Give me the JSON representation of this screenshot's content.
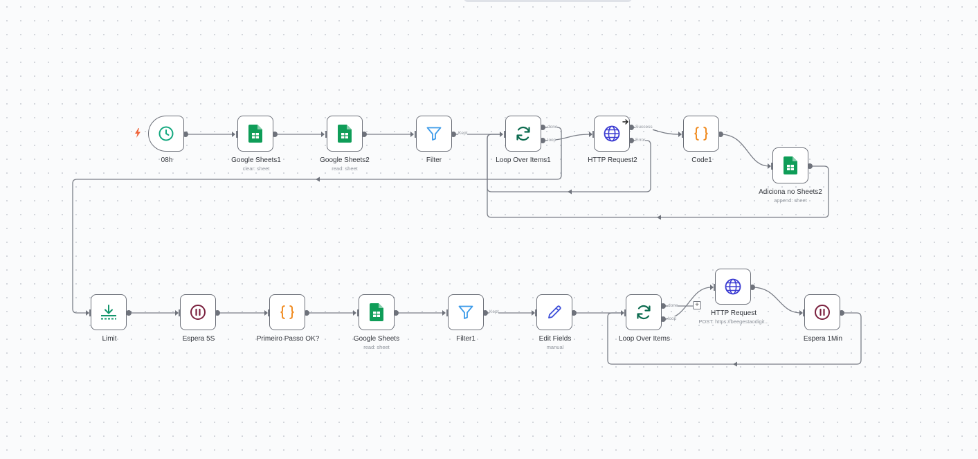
{
  "nodes": [
    {
      "id": "n08h",
      "label": "08h",
      "subtitle": "",
      "icon": "clock-icon"
    },
    {
      "id": "gs1",
      "label": "Google Sheets1",
      "subtitle": "clear: sheet",
      "icon": "google-sheets-icon"
    },
    {
      "id": "gs2",
      "label": "Google Sheets2",
      "subtitle": "read: sheet",
      "icon": "google-sheets-icon"
    },
    {
      "id": "filter",
      "label": "Filter",
      "subtitle": "",
      "icon": "filter-icon"
    },
    {
      "id": "loop1",
      "label": "Loop Over Items1",
      "subtitle": "",
      "icon": "loop-icon"
    },
    {
      "id": "http2",
      "label": "HTTP Request2",
      "subtitle": "",
      "icon": "globe-icon"
    },
    {
      "id": "code1",
      "label": "Code1",
      "subtitle": "",
      "icon": "code-braces-icon"
    },
    {
      "id": "add",
      "label": "Adiciona no Sheets2",
      "subtitle": "append: sheet",
      "icon": "google-sheets-icon"
    },
    {
      "id": "limit",
      "label": "Limit",
      "subtitle": "",
      "icon": "limit-icon"
    },
    {
      "id": "esp5",
      "label": "Espera 5S",
      "subtitle": "",
      "icon": "pause-icon"
    },
    {
      "id": "pp",
      "label": "Primeiro Passo OK?",
      "subtitle": "",
      "icon": "code-braces-icon"
    },
    {
      "id": "gs",
      "label": "Google Sheets",
      "subtitle": "read: sheet",
      "icon": "google-sheets-icon"
    },
    {
      "id": "filter1",
      "label": "Filter1",
      "subtitle": "",
      "icon": "filter-icon"
    },
    {
      "id": "edit",
      "label": "Edit Fields",
      "subtitle": "manual",
      "icon": "pencil-icon"
    },
    {
      "id": "loop",
      "label": "Loop Over Items",
      "subtitle": "",
      "icon": "loop-icon"
    },
    {
      "id": "http",
      "label": "HTTP Request",
      "subtitle": "POST: https://beegestaodigit...",
      "icon": "globe-icon"
    },
    {
      "id": "esp1",
      "label": "Espera 1Min",
      "subtitle": "",
      "icon": "pause-icon"
    }
  ],
  "port_labels": {
    "filter_kept": "Kept",
    "loop1_done": "done",
    "loop1_loop": "loop",
    "http2_success": "Success",
    "http2_error": "Error",
    "filter1_kept": "Kept",
    "loop_done": "done",
    "loop_loop": "loop"
  },
  "colors": {
    "wire": "#7a7e87",
    "sheets": "#0f9d58",
    "clock": "#14a87f",
    "filter": "#3d9be9",
    "loop": "#0c6b4f",
    "globe": "#3b3bd1",
    "code": "#f08c22",
    "pause": "#7a1f3d",
    "pencil": "#3d4ed8",
    "limit": "#13956c",
    "bolt": "#f0643a"
  }
}
